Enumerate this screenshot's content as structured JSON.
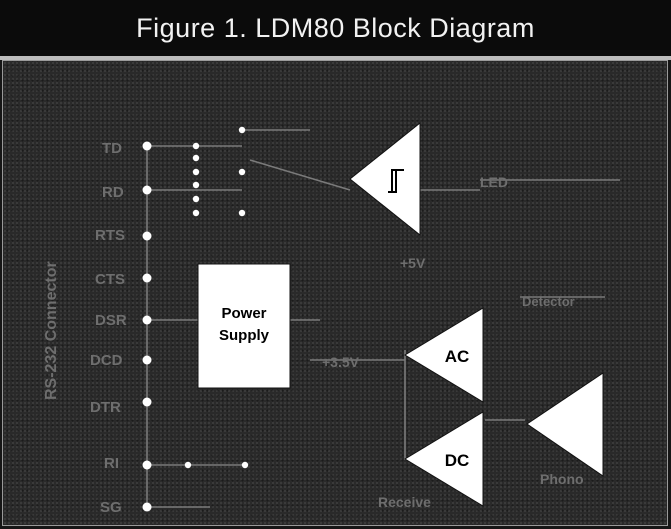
{
  "title": "Figure 1. LDM80 Block Diagram",
  "pin_header_label": "RS-232 Connector",
  "pins": [
    "TD",
    "RD",
    "RTS",
    "CTS",
    "DSR",
    "DCD",
    "DTR",
    "RI",
    "SG"
  ],
  "blocks": {
    "power_supply": "Power\nSupply",
    "ac_amp": "AC",
    "dc_amp": "DC",
    "schmitt_symbol": "⎍"
  },
  "labels": {
    "led": "LED",
    "vcc": "+5V",
    "vref": "+3.5V",
    "receive": "Receive",
    "phono": "Phono",
    "detector": "Detector"
  },
  "colors": {
    "background": "#2a2a2a",
    "block_fill": "#ffffff",
    "wire": "#7a7a7a",
    "title_text": "#f2f2f2"
  }
}
